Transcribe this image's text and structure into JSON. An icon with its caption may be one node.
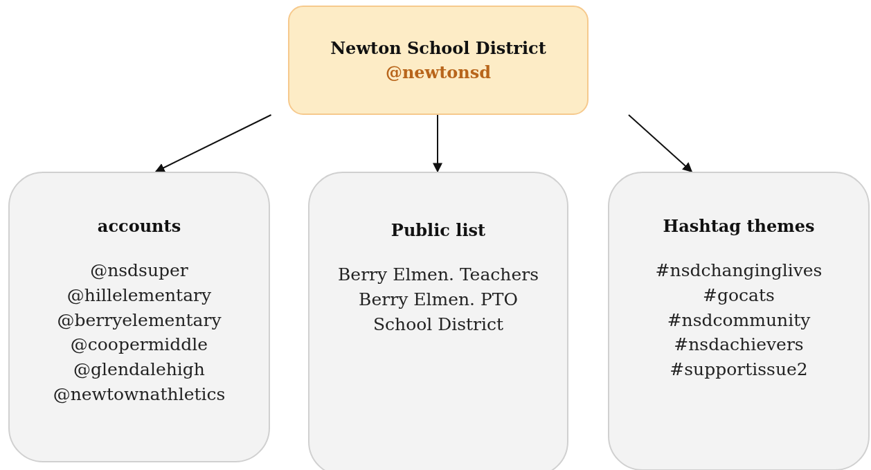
{
  "diagram": {
    "nodes": [
      {
        "text": [
          "Newton School District",
          "@newtonsd"
        ]
      },
      {
        "text": [
          "accounts",
          "@nsdsuper",
          "@hillelementary",
          "@berryelementary",
          "@coopermiddle",
          "@glendalehigh",
          "@newtownathletics"
        ]
      },
      {
        "text": [
          "Public list",
          "Berry Elmen. Teachers",
          "Berry Elmen. PTO",
          "School District"
        ]
      },
      {
        "text": [
          "Hashtag themes",
          "#nsdchanginglives",
          "#gocats",
          "#nsdcommunity",
          "#nsdachievers",
          "#supportissue2"
        ]
      }
    ],
    "edges": [
      {
        "from": 0,
        "to": 1,
        "arrow": "to"
      },
      {
        "from": 0,
        "to": 2,
        "arrow": "to"
      },
      {
        "from": 0,
        "to": 3,
        "arrow": "to"
      }
    ]
  }
}
